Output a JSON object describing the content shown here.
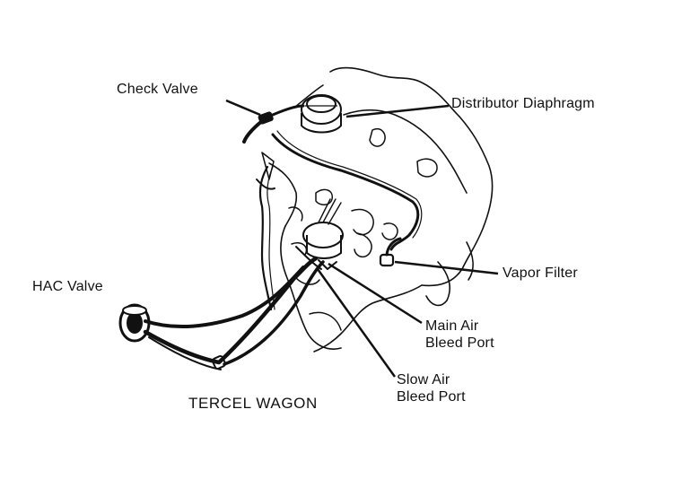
{
  "labels": {
    "check_valve": "Check Valve",
    "distributor_diaphragm": "Distributor Diaphragm",
    "hac_valve": "HAC Valve",
    "vapor_filter": "Vapor Filter",
    "main_air_bleed_port": [
      "Main Air",
      "Bleed Port"
    ],
    "slow_air_bleed_port": [
      "Slow Air",
      "Bleed Port"
    ]
  },
  "caption": "TERCEL WAGON",
  "colors": {
    "ink": "#111111",
    "background": "#ffffff"
  }
}
